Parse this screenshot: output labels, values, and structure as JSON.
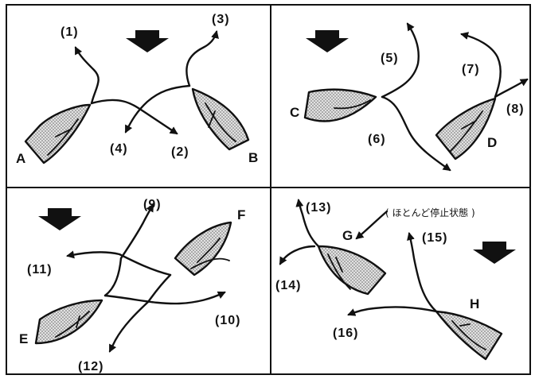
{
  "panels": {
    "top_left": {
      "boats": [
        "A",
        "B"
      ],
      "paths": [
        "(1)",
        "(2)",
        "(3)",
        "(4)"
      ]
    },
    "top_right": {
      "boats": [
        "C",
        "D"
      ],
      "paths": [
        "(5)",
        "(6)",
        "(7)",
        "(8)"
      ]
    },
    "bottom_left": {
      "boats": [
        "E",
        "F"
      ],
      "paths": [
        "(9)",
        "(10)",
        "(11)",
        "(12)"
      ]
    },
    "bottom_right": {
      "boats": [
        "G",
        "H"
      ],
      "paths": [
        "(13)",
        "(14)",
        "(15)",
        "(16)"
      ],
      "note": "( ほとんど停止状態 )"
    }
  }
}
